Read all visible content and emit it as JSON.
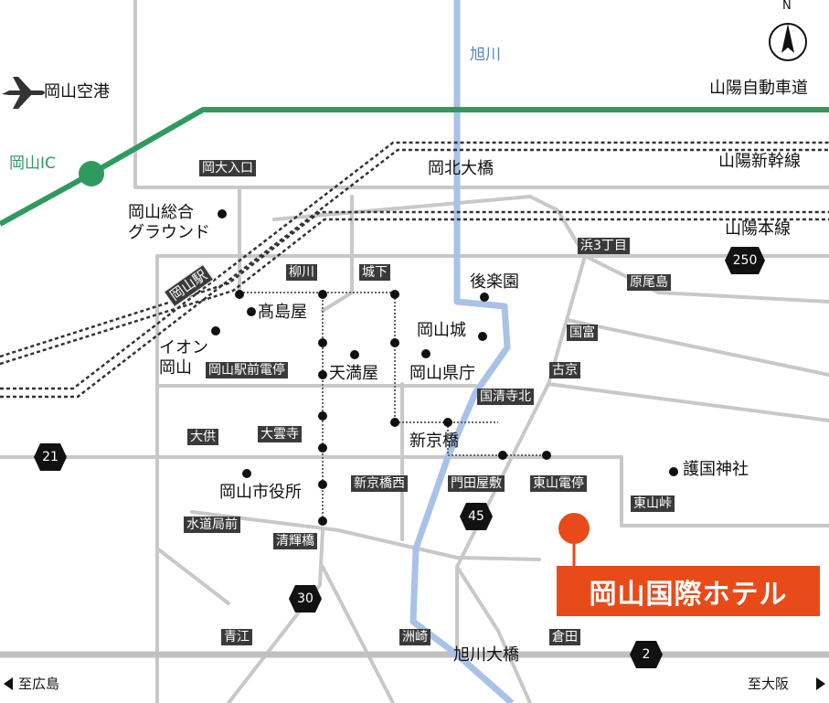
{
  "compass": {
    "label": "N"
  },
  "river": {
    "name": "旭川"
  },
  "airport": {
    "name": "岡山空港"
  },
  "interchange": {
    "name": "岡山IC"
  },
  "railways": {
    "expressway": "山陽自動車道",
    "shinkansen": "山陽新幹線",
    "honsen": "山陽本線",
    "station": "岡山駅"
  },
  "route_numbers": {
    "r250": "250",
    "r21": "21",
    "r45": "45",
    "r30": "30",
    "r2": "2"
  },
  "landmarks": {
    "sports_park": "岡山総合\nグラウンド",
    "takashimaya": "髙島屋",
    "aeon": "イオン\n岡山",
    "tenmaya": "天満屋",
    "korakuen": "後楽園",
    "castle": "岡山城",
    "pref_office": "岡山県庁",
    "city_hall": "岡山市役所",
    "gokoku": "護国神社",
    "hokudai_bridge": "岡北大橋",
    "shinkyobashi": "新京橋",
    "asahigawa_bridge": "旭川大橋"
  },
  "stops": {
    "okadai_iriguchi": "岡大入口",
    "yanagawa": "柳川",
    "shiroshita": "城下",
    "hama3": "浜3丁目",
    "haraojima": "原尾島",
    "kokufu": "国富",
    "furukyo": "古京",
    "kokuseiji_kita": "国清寺北",
    "station_stop": "岡山駅前電停",
    "daiku": "大供",
    "izumo": "大雲寺",
    "shinkyobashi_nishi": "新京橋西",
    "kadota": "門田屋敷",
    "higashiyama_stop": "東山電停",
    "higashiyama_toge": "東山峠",
    "suido": "水道局前",
    "seiki": "清輝橋",
    "aoe": "青江",
    "suzaki": "洲崎",
    "kurata": "倉田"
  },
  "hotel": {
    "name": "岡山国際ホテル"
  },
  "directions": {
    "west": "至広島",
    "east": "至大阪"
  }
}
